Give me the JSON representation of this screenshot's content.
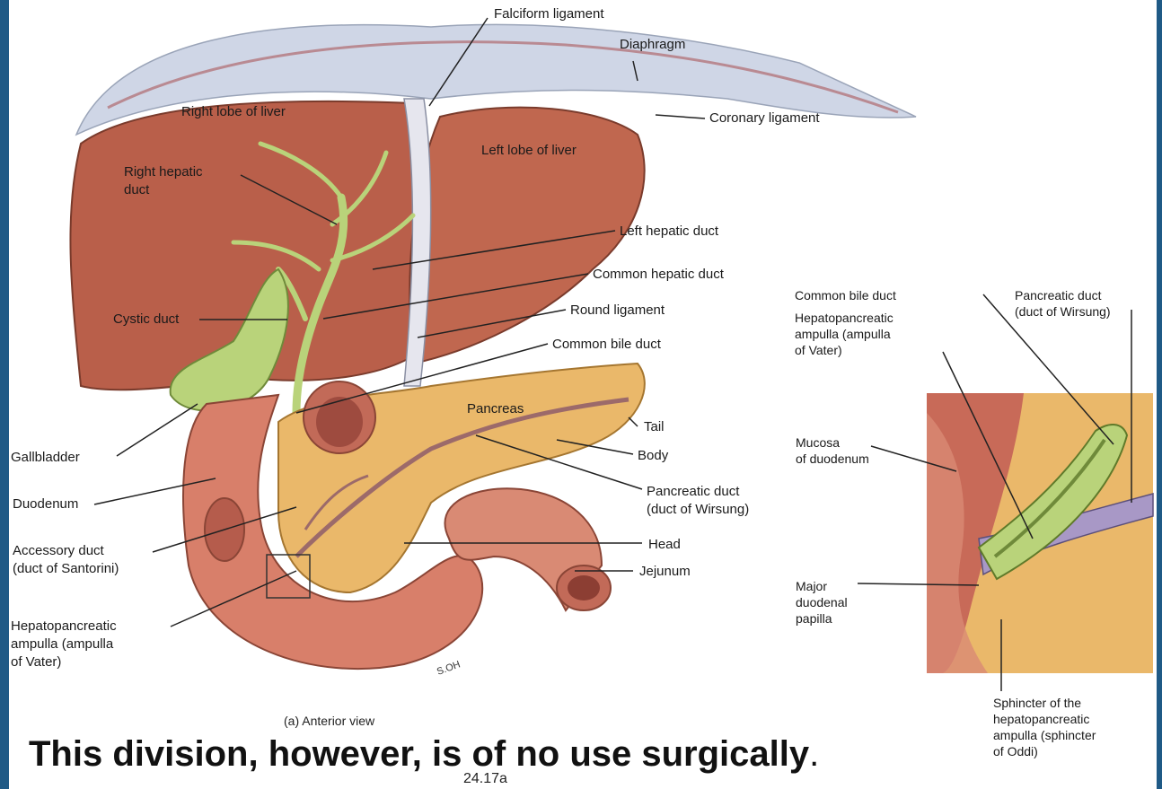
{
  "colors": {
    "frame": "#1f5a86",
    "liver": "#b95f4a",
    "gallbladder": "#b9d37a",
    "pancreas": "#eab86a",
    "duodenum": "#d87f6a",
    "diaphragm": "#cfd6e6"
  },
  "figure": {
    "panel_a_caption": "(a) Anterior view",
    "figure_number": "24.17a",
    "artist_signature": "S.OH"
  },
  "labels": {
    "falciform": "Falciform ligament",
    "diaphragm": "Diaphragm",
    "right_lobe": "Right lobe of liver",
    "coronary": "Coronary ligament",
    "left_lobe": "Left lobe of liver",
    "right_hepatic": "Right hepatic\nduct",
    "left_hepatic": "Left hepatic duct",
    "common_hepatic": "Common hepatic duct",
    "cystic": "Cystic duct",
    "round_ligament": "Round ligament",
    "common_bile": "Common bile duct",
    "pancreas": "Pancreas",
    "tail": "Tail",
    "body": "Body",
    "gallbladder": "Gallbladder",
    "duodenum": "Duodenum",
    "pancreatic_duct": "Pancreatic duct\n(duct of Wirsung)",
    "accessory_duct": "Accessory duct\n(duct of Santorini)",
    "head": "Head",
    "jejunum": "Jejunum",
    "hepatopancreatic": "Hepatopancreatic\nampulla (ampulla\nof Vater)"
  },
  "inset_labels": {
    "common_bile": "Common bile duct",
    "hepatopancreatic": "Hepatopancreatic\nampulla (ampulla\nof Vater)",
    "pancreatic_duct": "Pancreatic duct\n(duct of Wirsung)",
    "mucosa": "Mucosa\nof duodenum",
    "papilla": "Major\nduodenal\npapilla",
    "sphincter": "Sphincter of the\nhepatopancreatic\nampulla (sphincter\nof Oddi)"
  },
  "slide_text": {
    "main": "This division, however, is of no use surgically",
    "period": "."
  }
}
